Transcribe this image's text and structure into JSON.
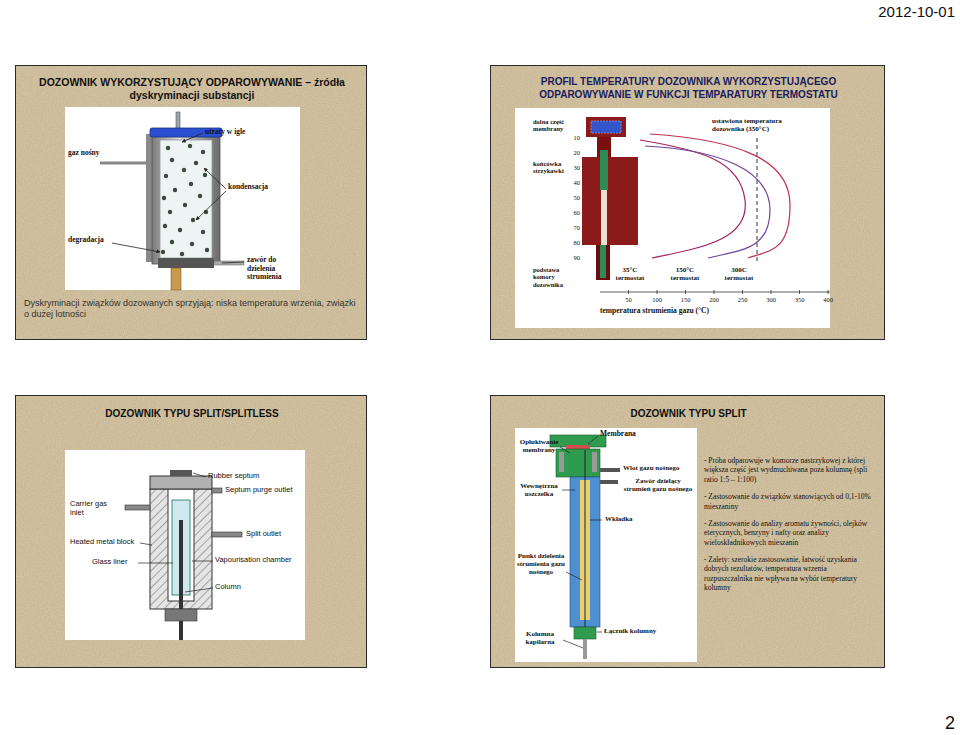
{
  "diagram": {
    "nodes": [
      {
        "text": [
          "DOZOWNIK WYKORZYSTUJĄCY ODPAROWYWANIE – źródła dyskryminacji substancji",
          "Dyskryminacji związków dozowanych sprzyjają: niska temperatura wrzenia, związki o dużej lotności"
        ]
      },
      {
        "text": [
          "PROFIL TEMPERATURY DOZOWNIKA WYKORZYSTUJĄCEGO ODPAROWYWANIE W FUNKCJI TEMPARATURY TERMOSTATU"
        ]
      },
      {
        "text": [
          "DOZOWNIK TYPU SPLIT/SPLITLESS"
        ]
      },
      {
        "text": [
          "DOZOWNIK TYPU SPLIT",
          "- Próba odparowuje w komorze nastrzykowej z której większa część jest wydmuchiwana poza kolumnę (spli ratio 1:5 – 1:100)",
          "- Zastosowanie do związków stanowiących od 0,1-10% mieszaniny",
          "- Zastosowanie do analizy aromatu żywności, olejków eterycznych, benzyny i nafty oraz analizy wieloskładnikowych mieszanin",
          "- Zalety: szerokie zastosowanie, łatwość uzyskania dobrych rezultatów, temperatura wrzenia rozpuszczalnika nie wpływa na wybór temperatury kolumny"
        ]
      }
    ],
    "labels": [
      "2012-10-01",
      "utraty w igle",
      "gaz nośny",
      "kondensacja",
      "degradacja",
      "zawór do dzielenia strumienia",
      "dolna część membrany",
      "końcówka strzykawki",
      "podstawa komory dozownika",
      "10",
      "20",
      "30",
      "40",
      "50",
      "60",
      "70",
      "80",
      "90",
      "ustawiona temperatura dozownika (350°C)",
      "35°C termostat",
      "150°C termostat",
      "300C termostat",
      "50",
      "100",
      "150",
      "200",
      "250",
      "300",
      "350",
      "400",
      "temperatura strumienia gazu (°C)",
      "Rubber septum",
      "Septum purge outlet",
      "Carrier gas inlet",
      "Split outlet",
      "Heated metal block",
      "Vapourisation chamber",
      "Glass liner",
      "Column",
      "Membrana",
      "Opłukiwanie membrany",
      "Wlot gazu nośnego",
      "Zawór dzielący strumień gazu nośnego",
      "Wewnętrzna uszczelka",
      "Wkładka",
      "Punkt dzielenia strumienia gazu nośnego",
      "Łącznik kolumny",
      "Kolumna kapilarna",
      "2"
    ]
  }
}
